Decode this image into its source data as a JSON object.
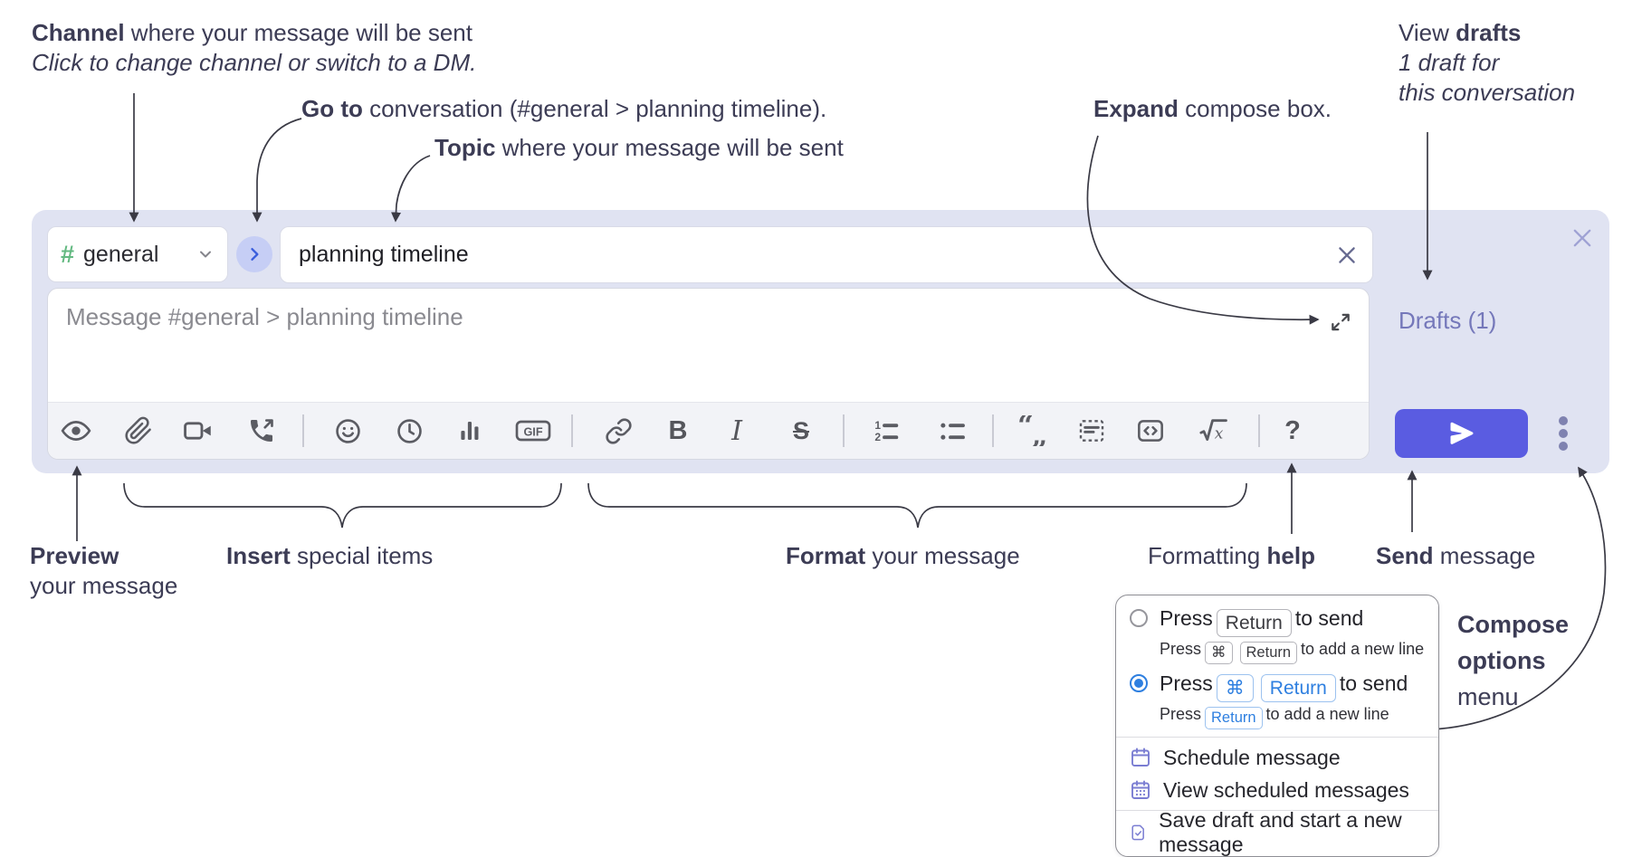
{
  "annotations": {
    "channel": {
      "bold": "Channel",
      "rest": " where your message will be sent",
      "italic": "Click to change channel or switch to a DM."
    },
    "goto": {
      "bold": "Go to",
      "rest": " conversation (#general > planning timeline)."
    },
    "topic": {
      "bold": "Topic",
      "rest": " where your message will be sent"
    },
    "expand": {
      "bold": "Expand",
      "rest": " compose box."
    },
    "view_drafts": {
      "pre": "View ",
      "bold": "drafts",
      "italic1": "1 draft for",
      "italic2": "this conversation"
    },
    "preview": {
      "bold": "Preview",
      "line2": "your message"
    },
    "insert": {
      "bold": "Insert",
      "rest": " special items"
    },
    "format": {
      "bold": "Format",
      "rest": " your message"
    },
    "help": {
      "pre": "Formatting ",
      "bold": "help"
    },
    "send": {
      "bold": "Send",
      "rest": " message"
    },
    "compose_options": {
      "line1": "Compose",
      "line2": "options",
      "line3": "menu"
    }
  },
  "composer": {
    "channel_hash": "#",
    "channel_name": "general",
    "topic_value": "planning timeline",
    "message_placeholder": "Message #general > planning timeline",
    "drafts_label": "Drafts (1)",
    "toolbar": {
      "gif": "GIF",
      "bold": "B",
      "italic": "I",
      "strike": "S",
      "help": "?",
      "ol1": "1",
      "ol2": "2",
      "sqrt_x": "x",
      "icons": [
        "preview-eye",
        "attach-paperclip",
        "video-camera",
        "audio-call",
        "emoji-smiley",
        "recent-clock",
        "poll-bar-chart",
        "gif",
        "link",
        "bold",
        "italic",
        "strikethrough",
        "ordered-list",
        "bulleted-list",
        "blockquote",
        "code-block",
        "inline-code",
        "formula-sqrt",
        "formatting-help",
        "send-plane",
        "more-options-kebab"
      ]
    }
  },
  "popup": {
    "press": "Press",
    "return_key": "Return",
    "cmd_key": "⌘",
    "to_send": "to send",
    "to_new_line": "to add a new line",
    "items": [
      {
        "label": "Schedule message"
      },
      {
        "label": "View scheduled messages"
      },
      {
        "label": "Save draft and start a new message"
      }
    ]
  },
  "colors": {
    "container_bg": "#e0e3f2",
    "send_button": "#5a5ce1",
    "drafts_link": "#7578ba",
    "channel_hash_green": "#63b981",
    "selected_blue": "#2e7fe0",
    "menu_icon_purple": "#7a7dd2"
  }
}
